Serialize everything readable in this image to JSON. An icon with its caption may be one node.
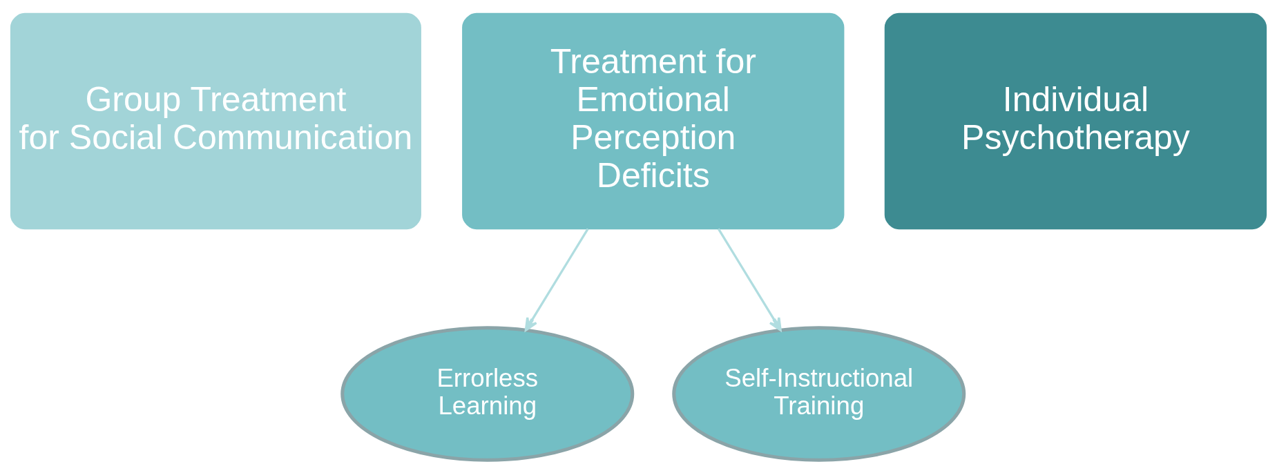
{
  "diagram": {
    "nodes": [
      {
        "text": [
          "Group Treatment for Social Communication"
        ]
      },
      {
        "text": [
          "Treatment for Emotional Perception Deficits"
        ]
      },
      {
        "text": [
          "Individual Psychotherapy"
        ]
      },
      {
        "text": [
          "Errorless Learning"
        ]
      },
      {
        "text": [
          "Self-Instructional Training"
        ]
      }
    ],
    "edges": [
      {
        "from": 1,
        "to": 3,
        "arrow": "to"
      },
      {
        "from": 1,
        "to": 4,
        "arrow": "to"
      }
    ]
  }
}
